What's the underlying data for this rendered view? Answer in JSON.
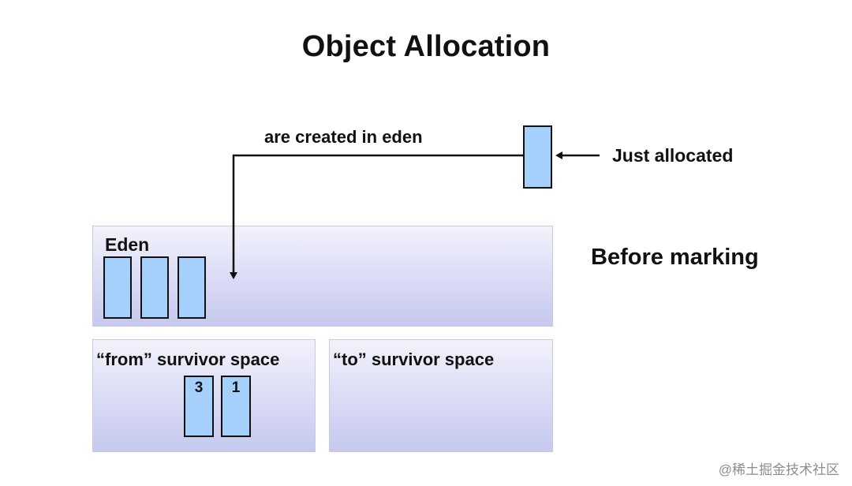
{
  "title": "Object Allocation",
  "arrow_label": "are created in eden",
  "just_allocated_label": "Just allocated",
  "eden": {
    "label": "Eden",
    "object_count": 3
  },
  "before_marking_label": "Before marking",
  "from_survivor": {
    "label": "“from” survivor space",
    "objects": [
      "3",
      "1"
    ]
  },
  "to_survivor": {
    "label": "“to” survivor space"
  },
  "watermark": "@稀土掘金技术社区",
  "colors": {
    "object_fill": "#a5d0fb",
    "object_border": "#111111",
    "region_top": "#f2f2fb",
    "region_bottom": "#c6c8ef"
  }
}
